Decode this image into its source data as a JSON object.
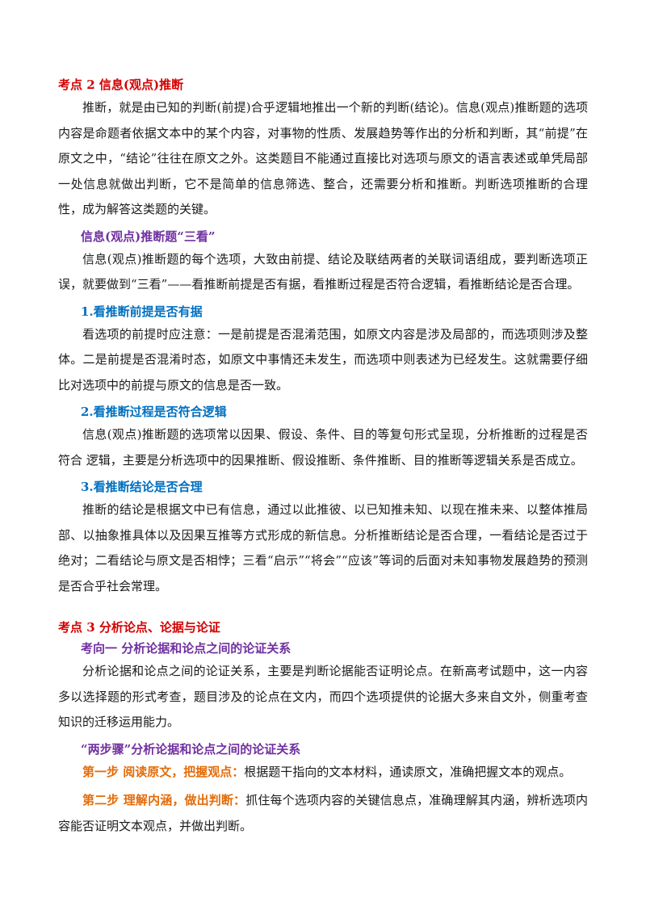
{
  "section2": {
    "title": "考点 2  信息(观点)推断",
    "intro": "推断，就是由已知的判断(前提)合乎逻辑地推出一个新的判断(结论)。信息(观点)推断题的选项内容是命题者依据文本中的某个内容，对事物的性质、发展趋势等作出的分析和判断，其“前提”在原文之中，“结论”往往在原文之外。这类题目不能通过直接比对选项与原文的语言表述或单凭局部一处信息就做出判断，它不是简单的信息筛选、整合，还需要分析和推断。判断选项推断的合理性，成为解答这类题的关键。",
    "subtitle": "信息(观点)推断题“三看”",
    "subtitle_text": "信息(观点)推断题的每个选项，大致由前提、结论及联结两者的关联词语组成，要判断选项正误，就要做到“三看”——看推断前提是否有据，看推断过程是否符合逻辑，看推断结论是否合理。",
    "points": [
      {
        "heading": "1.看推断前提是否有据",
        "text": "看选项的前提时应注意：一是前提是否混淆范围，如原文内容是涉及局部的，而选项则涉及整体。二是前提是否混淆时态，如原文中事情还未发生，而选项中则表述为已经发生。这就需要仔细比对选项中的前提与原文的信息是否一致。"
      },
      {
        "heading": "2.看推断过程是否符合逻辑",
        "text": "信息(观点)推断题的选项常以因果、假设、条件、目的等复句形式呈现，分析推断的过程是否符合  逻辑，主要是分析选项中的因果推断、假设推断、条件推断、目的推断等逻辑关系是否成立。"
      },
      {
        "heading": "3.看推断结论是否合理",
        "text": "推断的结论是根据文中已有信息，通过以此推彼、以已知推未知、以现在推未来、以整体推局部、以抽象推具体以及因果互推等方式形成的新信息。分析推断结论是否合理，一看结论是否过于绝对；二看结论与原文是否相悖；三看“启示”“将会”“应该”等词的后面对未知事物发展趋势的预测是否合乎社会常理。"
      }
    ]
  },
  "section3": {
    "title": "考点 3  分析论点、论据与论证",
    "direction_title": "考向一  分析论据和论点之间的论证关系",
    "direction_text": "分析论据和论点之间的论证关系，主要是判断论据能否证明论点。在新高考试题中，这一内容多以选择题的形式考查，题目涉及的论点在文内，而四个选项提供的论据大多来自文外，侧重考查知识的迁移运用能力。",
    "steps_title": "“两步骤”分析论据和论点之间的论证关系",
    "steps": [
      {
        "label": "第一步  阅读原文，把握观点：",
        "text": "根据题干指向的文本材料，通读原文，准确把握文本的观点。"
      },
      {
        "label": "第二步  理解内涵，做出判断：",
        "text": "抓住每个选项内容的关键信息点，准确理解其内涵，辨析选项内容能否证明文本观点，并做出判断。"
      }
    ]
  }
}
